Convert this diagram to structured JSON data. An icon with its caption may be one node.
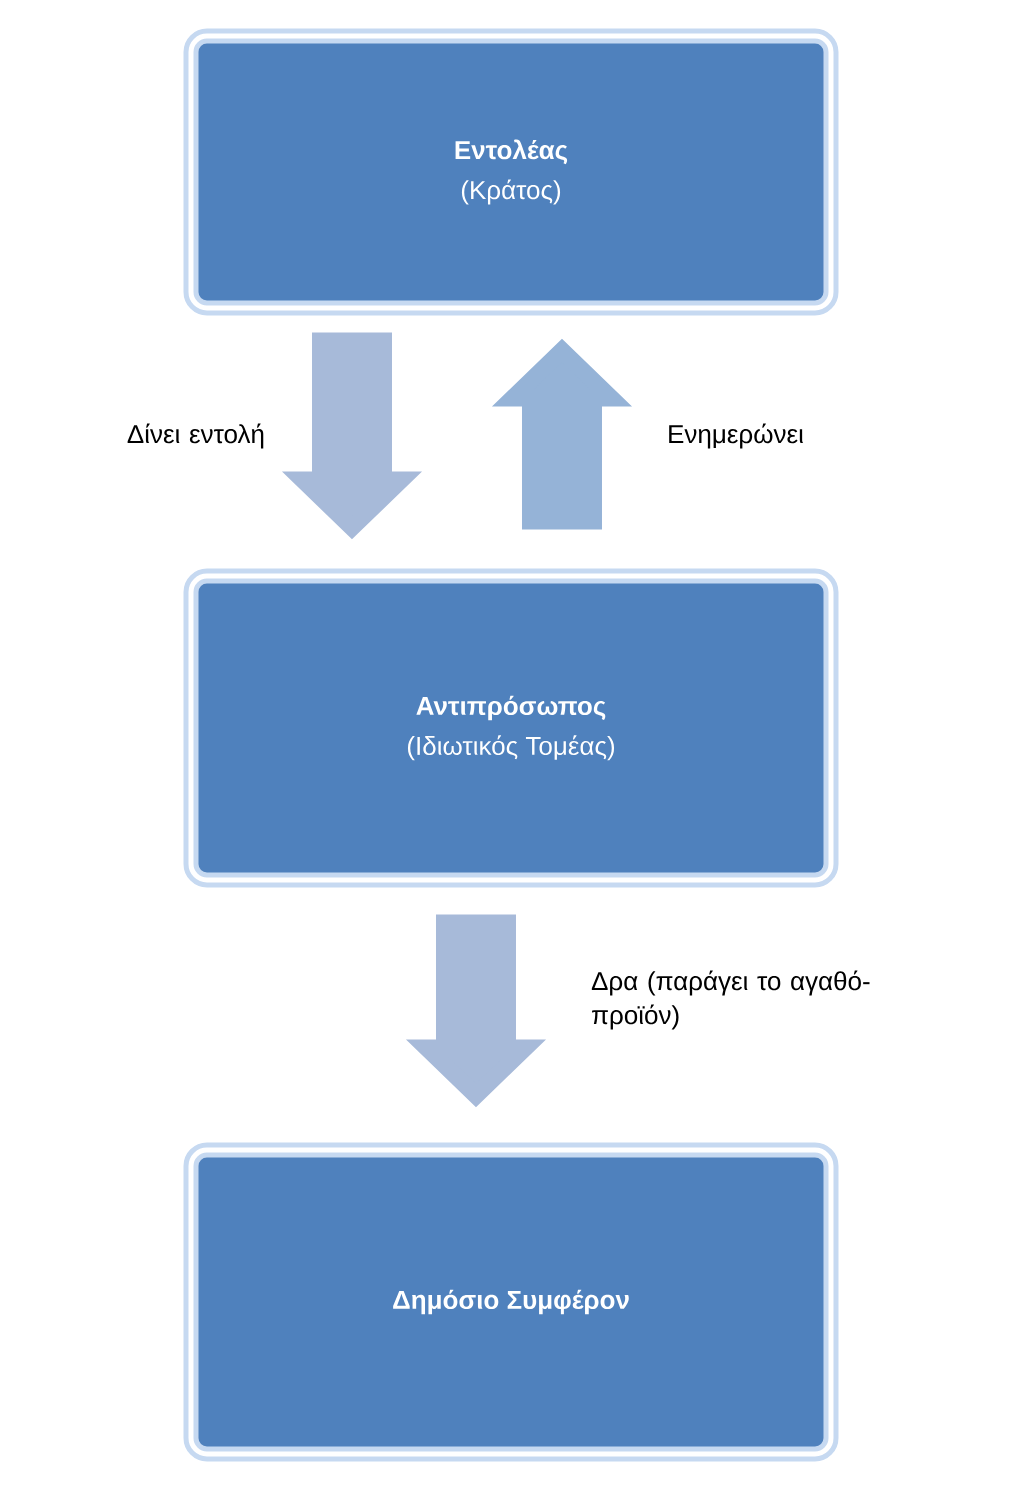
{
  "diagram": {
    "nodes": [
      {
        "text": [
          "Εντολέας",
          "(Κράτος)"
        ]
      },
      {
        "text": [
          "Αντιπρόσωπος",
          "(Ιδιωτικός Τομέας)"
        ]
      },
      {
        "text": [
          "Δημόσιο Συμφέρον"
        ]
      }
    ],
    "edges": [
      {
        "from": 0,
        "to": 1,
        "arrow": "to",
        "label": "Δίνει εντολή"
      },
      {
        "from": 1,
        "to": 0,
        "arrow": "to",
        "label": "Ενημερώνει"
      },
      {
        "from": 1,
        "to": 2,
        "arrow": "to",
        "label": "Δρα (παράγει το αγαθό-προϊόν)"
      }
    ]
  }
}
